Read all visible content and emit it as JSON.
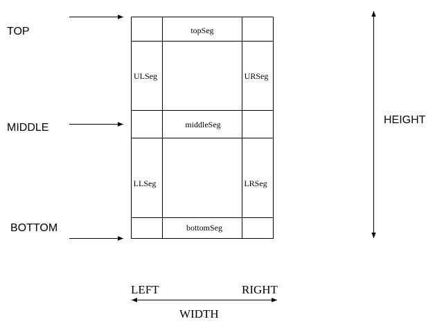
{
  "labels": {
    "top": "TOP",
    "middle": "MIDDLE",
    "bottom": "BOTTOM",
    "height": "HEIGHT",
    "left": "LEFT",
    "right": "RIGHT",
    "width": "WIDTH"
  },
  "segments": {
    "top": "topSeg",
    "upper_left": "ULSeg",
    "upper_right": "URSeg",
    "middle": "middleSeg",
    "lower_left": "LLSeg",
    "lower_right": "LRSeg",
    "bottom": "bottomSeg"
  }
}
